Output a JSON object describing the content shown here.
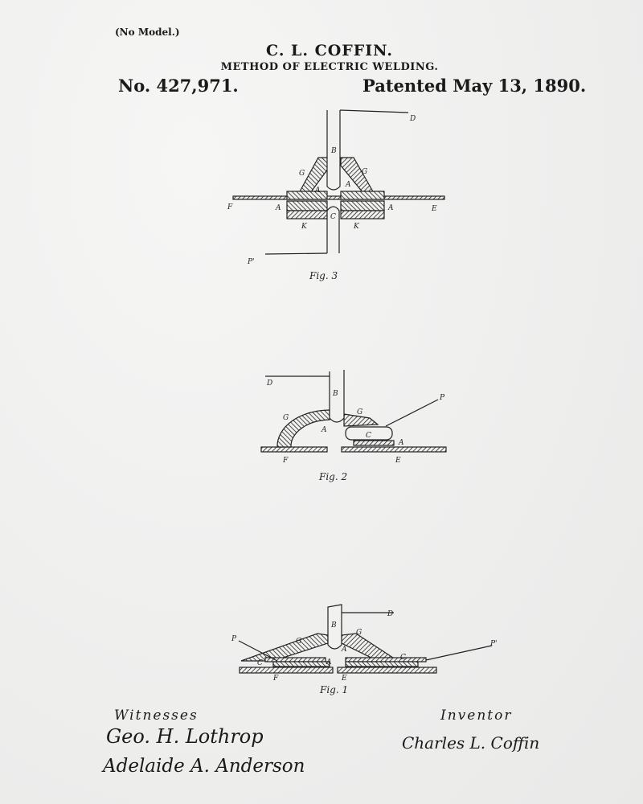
{
  "header": {
    "no_model": "(No Model.)",
    "inventor": "C. L. COFFIN.",
    "title": "METHOD OF ELECTRIC WELDING.",
    "patent_number": "No. 427,971.",
    "patent_date": "Patented May 13, 1890."
  },
  "figures": {
    "fig3": {
      "caption": "Fig. 3",
      "labels": {
        "B": "B",
        "D": "D",
        "G": "G",
        "G2": "G",
        "A1": "A",
        "A2": "A",
        "A3": "A",
        "A4": "A",
        "F": "F",
        "E": "E",
        "C": "C",
        "K1": "K",
        "K2": "K",
        "P": "P'"
      }
    },
    "fig2": {
      "caption": "Fig. 2",
      "labels": {
        "D": "D",
        "B": "B",
        "G1": "G",
        "G2": "G",
        "A1": "A",
        "A2": "A",
        "C": "C",
        "P": "P",
        "F": "F",
        "E": "E"
      }
    },
    "fig1": {
      "caption": "Fig. 1",
      "labels": {
        "D": "D",
        "B": "B",
        "G1": "G",
        "G2": "G",
        "A1": "A",
        "A2": "A",
        "P": "P",
        "P2": "P'",
        "C1": "C",
        "C2": "C",
        "F": "F",
        "E": "E"
      }
    }
  },
  "signatures": {
    "witnesses_label": "Witnesses",
    "witness_1": "Geo. H. Lothrop",
    "witness_2": "Adelaide A. Anderson",
    "inventor_label": "Inventor",
    "inventor_signature": "Charles L. Coffin"
  }
}
